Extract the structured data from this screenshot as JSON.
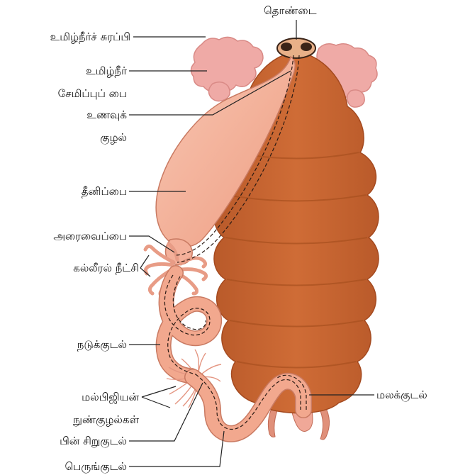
{
  "labels": {
    "pharynx": "தொண்டை",
    "salivary_gland": "உமிழ்நீர்ச் சுரப்பி",
    "salivary_reservoir_1": "உமிழ்நீர்",
    "salivary_reservoir_2": "சேமிப்புப் பை",
    "oesophagus_1": "உணவுக்",
    "oesophagus_2": "குழல்",
    "crop": "தீனிப்பை",
    "gizzard": "அரைவைப்பை",
    "hepatic_caeca": "கல்லீரல் நீட்சி",
    "midgut": "நடுக்குடல்",
    "malpighian_1": "மல்பிஜியன்",
    "malpighian_2": "நுண்குழல்கள்",
    "ileum": "பின் சிறுகுடல்",
    "colon": "பெருங்குடல்",
    "rectum": "மலக்குடல்"
  },
  "colors": {
    "body": "#c8642f",
    "body_stripe": "#b55528",
    "gut": "#f2a88e",
    "gut_light": "#f8c2ad",
    "gut_outline": "#c97a62",
    "gland": "#efaaa6",
    "eye": "#3a2418",
    "leader": "#222222"
  }
}
